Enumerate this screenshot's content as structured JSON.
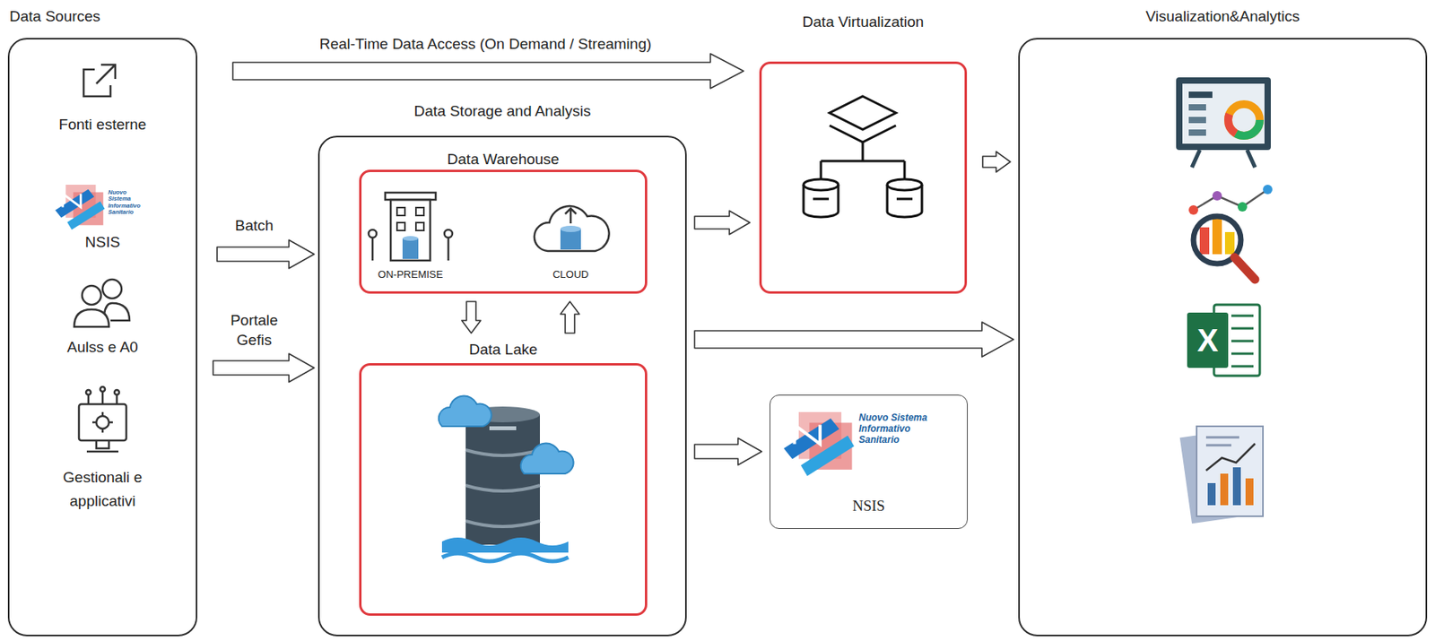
{
  "diagram": {
    "nodes": [
      {
        "text": [
          "Data Sources"
        ]
      },
      {
        "text": [
          "Data Storage and Analysis"
        ]
      },
      {
        "text": [
          "Data Warehouse"
        ],
        "in": 1
      },
      {
        "text": [
          "Data Lake"
        ],
        "in": 1
      },
      {
        "text": [
          "Data Virtualization"
        ]
      },
      {
        "text": [
          "Nuovo Sistema Informativo Sanitario",
          "NSIS"
        ]
      },
      {
        "text": [
          "Visualization&Analytics"
        ]
      }
    ],
    "edges": [
      {
        "from": 0,
        "to": 4,
        "label": "Real-Time Data Access (On Demand / Streaming)",
        "arrow": "to"
      },
      {
        "from": 0,
        "to": 1,
        "label": "Batch",
        "arrow": "to"
      },
      {
        "from": 0,
        "to": 1,
        "label": "Portale Gefis",
        "arrow": "to"
      },
      {
        "from": 2,
        "to": 4,
        "arrow": "to"
      },
      {
        "from": 1,
        "to": 6,
        "arrow": "to"
      },
      {
        "from": 1,
        "to": 5,
        "arrow": "to"
      },
      {
        "from": 2,
        "to": 3,
        "arrow": "to"
      },
      {
        "from": 3,
        "to": 2,
        "arrow": "to"
      },
      {
        "from": 4,
        "to": 6,
        "arrow": "to"
      }
    ],
    "labels": [
      "Fonti esterne",
      "Nuovo Sistema Informativo Sanitario",
      "NSIS",
      "Aulss e A0",
      "Gestionali e applicativi",
      "ON-PREMISE",
      "CLOUD",
      "X"
    ]
  }
}
